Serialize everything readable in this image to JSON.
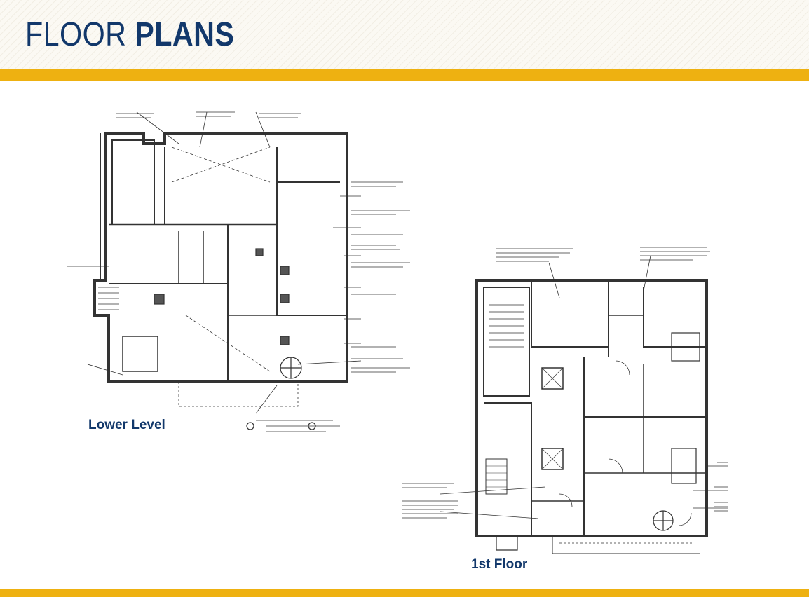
{
  "header": {
    "title_light": "FLOOR",
    "title_bold": "PLANS"
  },
  "plans": {
    "lower": {
      "label": "Lower Level"
    },
    "first": {
      "label": "1st Floor"
    }
  },
  "colors": {
    "brand_blue": "#12386b",
    "accent_gold": "#eeb111"
  }
}
